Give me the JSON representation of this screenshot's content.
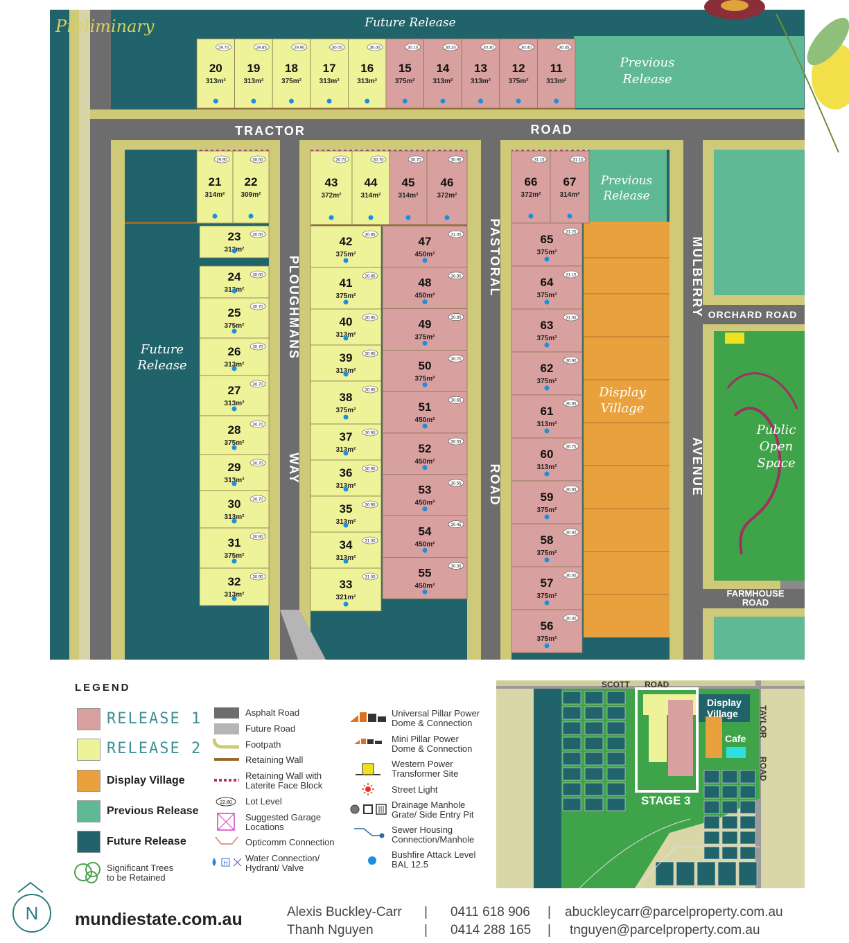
{
  "map": {
    "watermark": "Preliminary",
    "areas": {
      "future_release_top": "Future Release",
      "future_release_left": "Future Release",
      "previous_release_a": "Previous Release",
      "previous_release_b": "Previous Release",
      "display_village": "Display Village",
      "public_open_space": "Public Open Space"
    },
    "roads": {
      "tractor": "TRACTOR",
      "road1": "ROAD",
      "ploughmans": "PLOUGHMANS",
      "way": "WAY",
      "pastoral": "PASTORAL",
      "road2": "ROAD",
      "mulberry": "MULBERRY",
      "avenue": "AVENUE",
      "orchard": "ORCHARD ROAD",
      "farmhouse1": "FARMHOUSE",
      "farmhouse2": "ROAD"
    },
    "colors": {
      "release1": "#d9a0a0",
      "release2": "#eef39a",
      "display": "#e8a13c",
      "previous": "#5fb995",
      "future": "#21636a",
      "road": "#6d6d6d",
      "footpath": "#cfc97a"
    },
    "lots": [
      {
        "n": "20",
        "a": "313m²",
        "r": 2,
        "lvl": "29.70"
      },
      {
        "n": "19",
        "a": "313m²",
        "r": 2,
        "lvl": "29.85"
      },
      {
        "n": "18",
        "a": "375m²",
        "r": 2,
        "lvl": "29.90"
      },
      {
        "n": "17",
        "a": "313m²",
        "r": 2,
        "lvl": "30.00"
      },
      {
        "n": "16",
        "a": "313m²",
        "r": 2,
        "lvl": "30.00"
      },
      {
        "n": "15",
        "a": "375m²",
        "r": 1,
        "lvl": "30.10"
      },
      {
        "n": "14",
        "a": "313m²",
        "r": 1,
        "lvl": "30.20"
      },
      {
        "n": "13",
        "a": "313m²",
        "r": 1,
        "lvl": "30.30"
      },
      {
        "n": "12",
        "a": "375m²",
        "r": 1,
        "lvl": "30.40"
      },
      {
        "n": "11",
        "a": "313m²",
        "r": 1,
        "lvl": "30.45"
      },
      {
        "n": "21",
        "a": "314m²",
        "r": 2,
        "lvl": "29.90"
      },
      {
        "n": "22",
        "a": "309m²",
        "r": 2,
        "lvl": "30.50"
      },
      {
        "n": "43",
        "a": "372m²",
        "r": 2,
        "lvl": "30.70"
      },
      {
        "n": "44",
        "a": "314m²",
        "r": 2,
        "lvl": "30.70"
      },
      {
        "n": "45",
        "a": "314m²",
        "r": 1,
        "lvl": "30.70"
      },
      {
        "n": "46",
        "a": "372m²",
        "r": 1,
        "lvl": "30.95"
      },
      {
        "n": "66",
        "a": "372m²",
        "r": 1,
        "lvl": "31.15"
      },
      {
        "n": "67",
        "a": "314m²",
        "r": 1,
        "lvl": "31.10"
      },
      {
        "n": "23",
        "a": "313m²",
        "r": 2,
        "lvl": "30.50"
      },
      {
        "n": "24",
        "a": "313m²",
        "r": 2,
        "lvl": "30.60"
      },
      {
        "n": "25",
        "a": "375m²",
        "r": 2,
        "lvl": "30.70"
      },
      {
        "n": "26",
        "a": "313m²",
        "r": 2,
        "lvl": "30.70"
      },
      {
        "n": "27",
        "a": "313m²",
        "r": 2,
        "lvl": "30.70"
      },
      {
        "n": "28",
        "a": "375m²",
        "r": 2,
        "lvl": "30.70"
      },
      {
        "n": "29",
        "a": "313m²",
        "r": 2,
        "lvl": "30.70"
      },
      {
        "n": "30",
        "a": "313m²",
        "r": 2,
        "lvl": "30.70"
      },
      {
        "n": "31",
        "a": "375m²",
        "r": 2,
        "lvl": "30.80"
      },
      {
        "n": "32",
        "a": "313m²",
        "r": 2,
        "lvl": "30.90"
      },
      {
        "n": "42",
        "a": "375m²",
        "r": 2,
        "lvl": "30.85"
      },
      {
        "n": "41",
        "a": "375m²",
        "r": 2,
        "lvl": "30.85"
      },
      {
        "n": "40",
        "a": "313m²",
        "r": 2,
        "lvl": "30.90"
      },
      {
        "n": "39",
        "a": "313m²",
        "r": 2,
        "lvl": "30.90"
      },
      {
        "n": "38",
        "a": "375m²",
        "r": 2,
        "lvl": "30.90"
      },
      {
        "n": "37",
        "a": "313m²",
        "r": 2,
        "lvl": "30.90"
      },
      {
        "n": "36",
        "a": "313m²",
        "r": 2,
        "lvl": "30.90"
      },
      {
        "n": "35",
        "a": "313m²",
        "r": 2,
        "lvl": "30.90"
      },
      {
        "n": "34",
        "a": "313m²",
        "r": 2,
        "lvl": "31.00"
      },
      {
        "n": "33",
        "a": "321m²",
        "r": 2,
        "lvl": "31.00"
      },
      {
        "n": "47",
        "a": "450m²",
        "r": 1,
        "lvl": "31.00"
      },
      {
        "n": "48",
        "a": "450m²",
        "r": 1,
        "lvl": "30.90"
      },
      {
        "n": "49",
        "a": "375m²",
        "r": 1,
        "lvl": "30.80"
      },
      {
        "n": "50",
        "a": "375m²",
        "r": 1,
        "lvl": "30.70"
      },
      {
        "n": "51",
        "a": "450m²",
        "r": 1,
        "lvl": "30.65"
      },
      {
        "n": "52",
        "a": "450m²",
        "r": 1,
        "lvl": "30.55"
      },
      {
        "n": "53",
        "a": "450m²",
        "r": 1,
        "lvl": "30.55"
      },
      {
        "n": "54",
        "a": "450m²",
        "r": 1,
        "lvl": "30.45"
      },
      {
        "n": "55",
        "a": "450m²",
        "r": 1,
        "lvl": "30.30"
      },
      {
        "n": "65",
        "a": "375m²",
        "r": 1,
        "lvl": "31.20"
      },
      {
        "n": "64",
        "a": "375m²",
        "r": 1,
        "lvl": "31.15"
      },
      {
        "n": "63",
        "a": "375m²",
        "r": 1,
        "lvl": "31.00"
      },
      {
        "n": "62",
        "a": "375m²",
        "r": 1,
        "lvl": "30.90"
      },
      {
        "n": "61",
        "a": "313m²",
        "r": 1,
        "lvl": "30.85"
      },
      {
        "n": "60",
        "a": "313m²",
        "r": 1,
        "lvl": "30.75"
      },
      {
        "n": "59",
        "a": "375m²",
        "r": 1,
        "lvl": "30.65"
      },
      {
        "n": "58",
        "a": "375m²",
        "r": 1,
        "lvl": "30.60"
      },
      {
        "n": "57",
        "a": "375m²",
        "r": 1,
        "lvl": "30.50"
      },
      {
        "n": "56",
        "a": "375m²",
        "r": 1,
        "lvl": "30.40"
      }
    ]
  },
  "legend": {
    "title": "LEGEND",
    "release1": "RELEASE 1",
    "release2": "RELEASE 2",
    "display_village": "Display Village",
    "previous_release": "Previous Release",
    "future_release": "Future Release",
    "trees_1": "Significant Trees",
    "trees_2": "to be Retained",
    "asphalt_road": "Asphalt Road",
    "future_road": "Future Road",
    "footpath": "Footpath",
    "retaining_wall": "Retaining Wall",
    "rw_laterite_1": "Retaining Wall with",
    "rw_laterite_2": "Laterite Face Block",
    "lot_level": "Lot Level",
    "lot_level_sample": "22.80",
    "garage_1": "Suggested Garage",
    "garage_2": "Locations",
    "opticomm": "Opticomm Connection",
    "water_1": "Water Connection/",
    "water_2": "Hydrant/ Valve",
    "upp_1": "Universal Pillar Power",
    "upp_2": "Dome & Connection",
    "mpp_1": "Mini Pillar Power",
    "mpp_2": "Dome & Connection",
    "wp_1": "Western Power",
    "wp_2": "Transformer Site",
    "street_light": "Street Light",
    "drain_1": "Drainage Manhole",
    "drain_2": "Grate/ Side Entry Pit",
    "sewer_1": "Sewer Housing",
    "sewer_2": "Connection/Manhole",
    "bal_1": "Bushfire Attack Level",
    "bal_2": "BAL 12.5"
  },
  "inset": {
    "scott_road": "SCOTT",
    "scott_road_2": "ROAD",
    "taylor": "TAYLOR",
    "taylor_2": "ROAD",
    "display": "Display",
    "village": "Village",
    "cafe": "Cafe",
    "stage": "STAGE 3"
  },
  "footer": {
    "north": "N",
    "website": "mundiestate.com.au",
    "contacts": [
      {
        "name": "Alexis Buckley-Carr",
        "phone": "0411 618 906",
        "email": "abuckleycarr@parcelproperty.com.au"
      },
      {
        "name": "Thanh Nguyen",
        "phone": "0414 288 165",
        "email": "tnguyen@parcelproperty.com.au"
      }
    ],
    "sep": "|"
  }
}
